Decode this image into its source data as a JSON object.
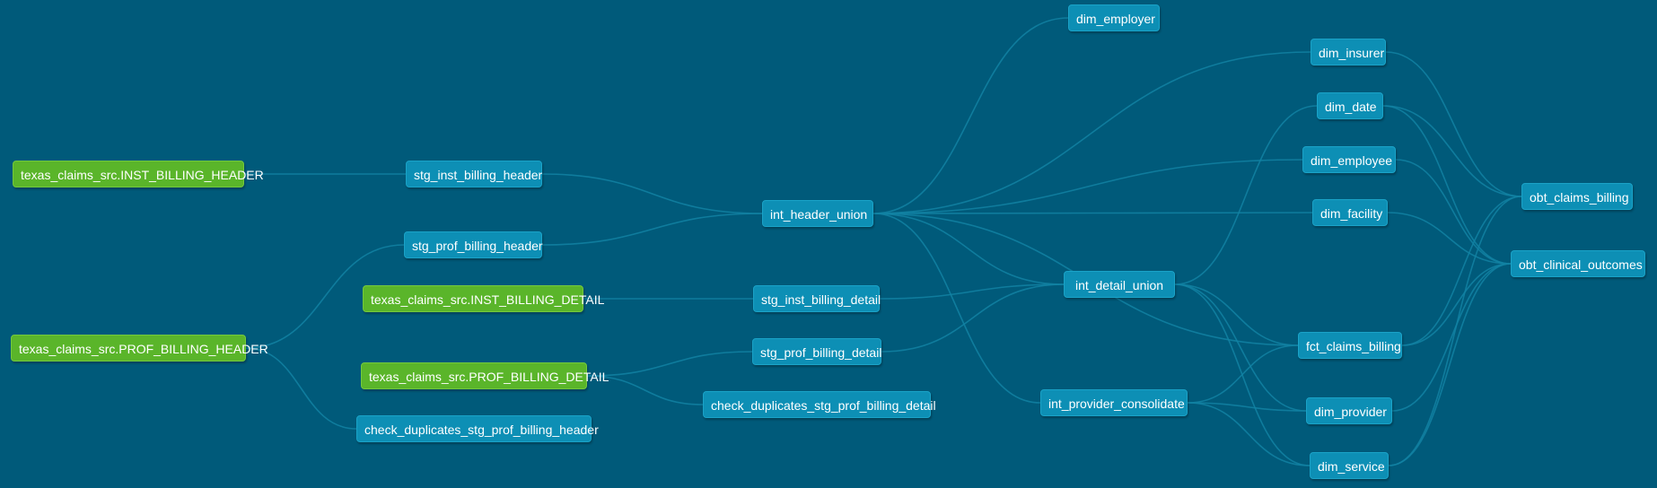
{
  "graph": {
    "colors": {
      "background": "#005a7a",
      "model_node": "#0d8fb5",
      "source_node": "#5ab52a",
      "edge": "#1283a3"
    },
    "nodes": {
      "src_inst_header": {
        "label": "texas_claims_src.INST_BILLING_HEADER",
        "kind": "source"
      },
      "src_prof_header": {
        "label": "texas_claims_src.PROF_BILLING_HEADER",
        "kind": "source"
      },
      "src_inst_detail": {
        "label": "texas_claims_src.INST_BILLING_DETAIL",
        "kind": "source"
      },
      "src_prof_detail": {
        "label": "texas_claims_src.PROF_BILLING_DETAIL",
        "kind": "source"
      },
      "stg_inst_header": {
        "label": "stg_inst_billing_header",
        "kind": "model"
      },
      "stg_prof_header": {
        "label": "stg_prof_billing_header",
        "kind": "model"
      },
      "stg_inst_detail": {
        "label": "stg_inst_billing_detail",
        "kind": "model"
      },
      "stg_prof_detail": {
        "label": "stg_prof_billing_detail",
        "kind": "model"
      },
      "chk_prof_header": {
        "label": "check_duplicates_stg_prof_billing_header",
        "kind": "model"
      },
      "chk_prof_detail": {
        "label": "check_duplicates_stg_prof_billing_detail",
        "kind": "model"
      },
      "int_header_union": {
        "label": "int_header_union",
        "kind": "model"
      },
      "int_detail_union": {
        "label": "int_detail_union",
        "kind": "model"
      },
      "int_provider": {
        "label": "int_provider_consolidate",
        "kind": "model"
      },
      "dim_employer": {
        "label": "dim_employer",
        "kind": "model"
      },
      "dim_insurer": {
        "label": "dim_insurer",
        "kind": "model"
      },
      "dim_date": {
        "label": "dim_date",
        "kind": "model"
      },
      "dim_employee": {
        "label": "dim_employee",
        "kind": "model"
      },
      "dim_facility": {
        "label": "dim_facility",
        "kind": "model"
      },
      "fct_claims_billing": {
        "label": "fct_claims_billing",
        "kind": "model"
      },
      "dim_provider": {
        "label": "dim_provider",
        "kind": "model"
      },
      "dim_service": {
        "label": "dim_service",
        "kind": "model"
      },
      "obt_claims_billing": {
        "label": "obt_claims_billing",
        "kind": "model"
      },
      "obt_clinical_outcomes": {
        "label": "obt_clinical_outcomes",
        "kind": "model"
      }
    },
    "edges": [
      [
        "src_inst_header",
        "stg_inst_header"
      ],
      [
        "src_prof_header",
        "stg_prof_header"
      ],
      [
        "src_prof_header",
        "chk_prof_header"
      ],
      [
        "src_inst_detail",
        "stg_inst_detail"
      ],
      [
        "src_prof_detail",
        "stg_prof_detail"
      ],
      [
        "src_prof_detail",
        "chk_prof_detail"
      ],
      [
        "stg_inst_header",
        "int_header_union"
      ],
      [
        "stg_prof_header",
        "int_header_union"
      ],
      [
        "stg_inst_detail",
        "int_detail_union"
      ],
      [
        "stg_prof_detail",
        "int_detail_union"
      ],
      [
        "int_header_union",
        "dim_employer"
      ],
      [
        "int_header_union",
        "dim_insurer"
      ],
      [
        "int_header_union",
        "dim_employee"
      ],
      [
        "int_header_union",
        "dim_facility"
      ],
      [
        "int_header_union",
        "int_detail_union"
      ],
      [
        "int_header_union",
        "int_provider"
      ],
      [
        "int_header_union",
        "fct_claims_billing"
      ],
      [
        "int_detail_union",
        "dim_date"
      ],
      [
        "int_detail_union",
        "fct_claims_billing"
      ],
      [
        "int_detail_union",
        "dim_service"
      ],
      [
        "int_detail_union",
        "dim_provider"
      ],
      [
        "int_provider",
        "fct_claims_billing"
      ],
      [
        "int_provider",
        "dim_provider"
      ],
      [
        "int_provider",
        "dim_service"
      ],
      [
        "dim_insurer",
        "obt_claims_billing"
      ],
      [
        "dim_date",
        "obt_claims_billing"
      ],
      [
        "dim_date",
        "obt_clinical_outcomes"
      ],
      [
        "dim_employee",
        "obt_clinical_outcomes"
      ],
      [
        "dim_facility",
        "obt_clinical_outcomes"
      ],
      [
        "fct_claims_billing",
        "obt_claims_billing"
      ],
      [
        "fct_claims_billing",
        "obt_clinical_outcomes"
      ],
      [
        "dim_provider",
        "obt_clinical_outcomes"
      ],
      [
        "dim_service",
        "obt_clinical_outcomes"
      ],
      [
        "dim_service",
        "obt_claims_billing"
      ]
    ]
  }
}
